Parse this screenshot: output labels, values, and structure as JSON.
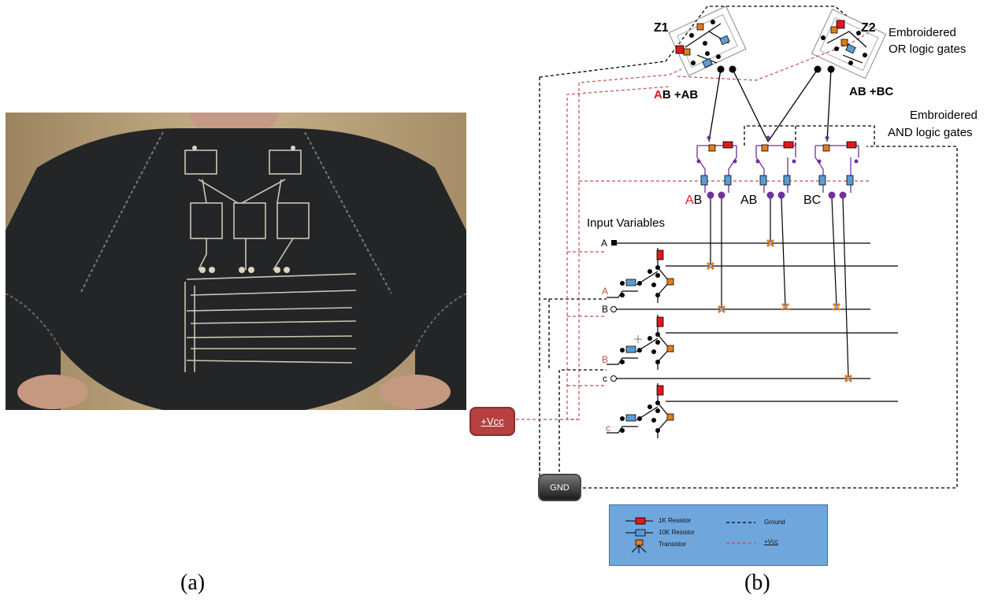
{
  "captions": {
    "a": "(a)",
    "b": "(b)"
  },
  "labels": {
    "z1": "Z1",
    "z2": "Z2",
    "or_gates_1": "Embroidered",
    "or_gates_2": "OR logic gates",
    "and_gates_1": "Embroidered",
    "and_gates_2": "AND logic gates",
    "z1_expr_red": "A",
    "z1_expr_rest": "B +AB",
    "z2_expr": "AB +BC",
    "gate1_red": "A",
    "gate1_rest": "B",
    "gate2": "AB",
    "gate3": "BC",
    "input_variables": "Input Variables",
    "in_a": "A",
    "in_b": "B",
    "in_c": "c",
    "inv_a": "A",
    "inv_b": "B",
    "inv_c": "c"
  },
  "power": {
    "vcc": "+Vcc",
    "gnd": "GND"
  },
  "legend": {
    "r1k": "1K Resistor",
    "r10k": "10K Resistor",
    "transistor": "Transistor",
    "ground": "Ground",
    "vcc": "+Vcc"
  },
  "colors": {
    "resistor_1k": "#e0181b",
    "resistor_10k": "#5b9bd5",
    "transistor": "#e47b1a",
    "and_gate": "#7030a0",
    "vcc_line": "#c0504d",
    "ground_line": "#000000",
    "legend_bg": "#6fa7dd"
  }
}
